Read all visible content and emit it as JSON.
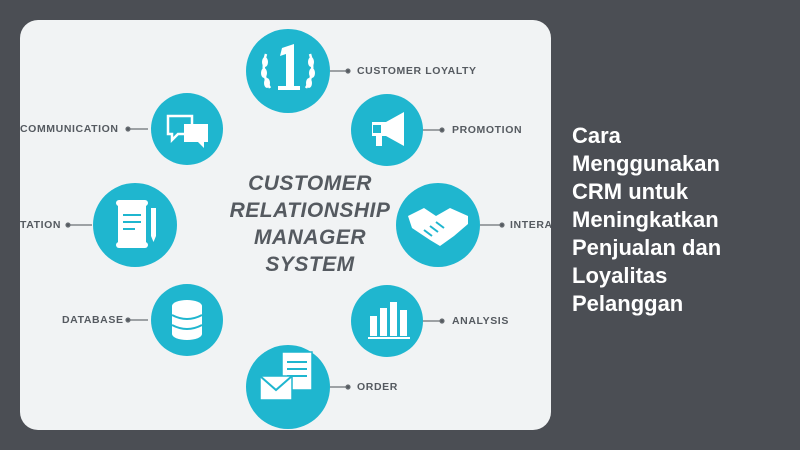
{
  "diagram": {
    "center_title_lines": [
      "CUSTOMER",
      "RELATIONSHIP",
      "MANAGER",
      "SYSTEM"
    ],
    "nodes": [
      {
        "label": "CUSTOMER LOYALTY",
        "icon": "laurel-number-one-icon"
      },
      {
        "label": "PROMOTION",
        "icon": "megaphone-icon"
      },
      {
        "label": "INTERA",
        "icon": "handshake-icon"
      },
      {
        "label": "ANALYSIS",
        "icon": "bar-chart-icon"
      },
      {
        "label": "ORDER",
        "icon": "envelope-document-icon"
      },
      {
        "label": "DATABASE",
        "icon": "database-icon"
      },
      {
        "label": "TATION",
        "icon": "document-pen-icon"
      },
      {
        "label": "COMMUNICATION",
        "icon": "speech-bubbles-icon"
      }
    ],
    "colors": {
      "accent": "#1fb6cf",
      "text": "#555a60",
      "card": "#f1f3f4"
    }
  },
  "side_title_lines": [
    "Cara",
    "Menggunakan",
    "CRM untuk",
    "Meningkatkan",
    "Penjualan dan",
    "Loyalitas",
    "Pelanggan"
  ],
  "colors": {
    "background": "#4b4e54"
  }
}
